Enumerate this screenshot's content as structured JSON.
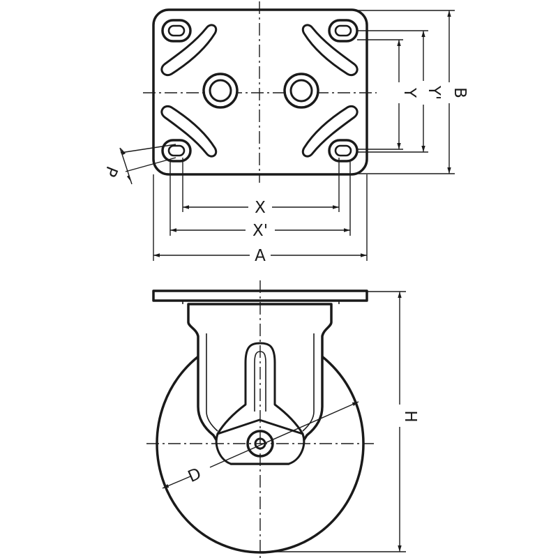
{
  "labels": {
    "a": "A",
    "b": "B",
    "x": "X",
    "x_prime": "X'",
    "y": "Y",
    "y_prime": "Y'",
    "p": "P",
    "h": "H",
    "d": "D"
  }
}
